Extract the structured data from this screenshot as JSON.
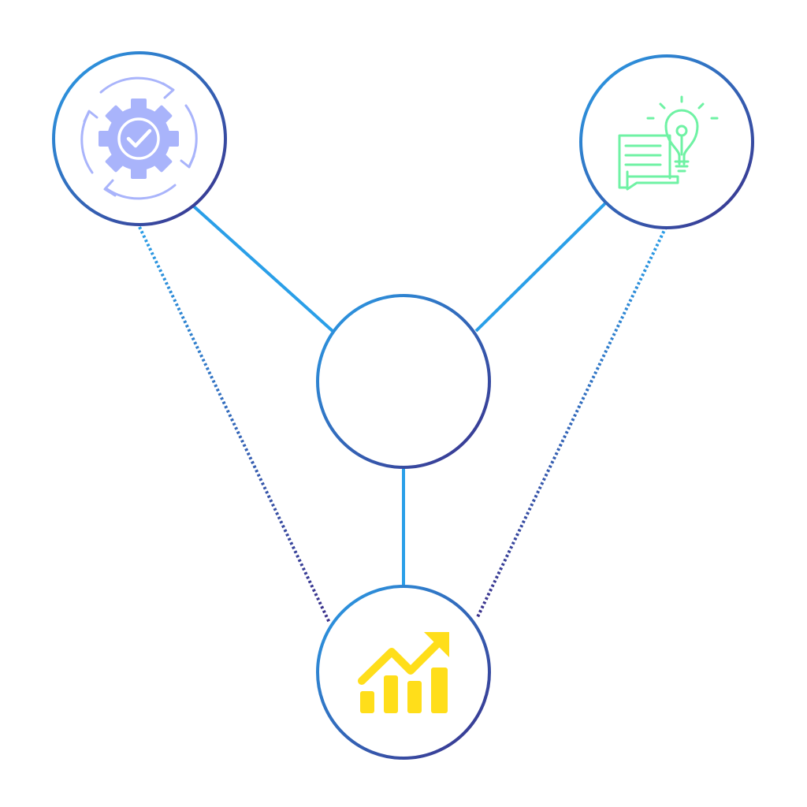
{
  "diagram": {
    "nodes": [
      {
        "id": "process",
        "icon": "gear-cycle-check-icon"
      },
      {
        "id": "ideas",
        "icon": "lightbulb-chat-icon"
      },
      {
        "id": "center",
        "icon": ""
      },
      {
        "id": "growth",
        "icon": "growth-chart-icon"
      }
    ],
    "connections": {
      "solid": [
        [
          "process",
          "center"
        ],
        [
          "ideas",
          "center"
        ],
        [
          "center",
          "growth"
        ]
      ],
      "dotted": [
        [
          "process",
          "ideas"
        ],
        [
          "process",
          "growth"
        ],
        [
          "ideas",
          "growth"
        ]
      ]
    }
  },
  "colors": {
    "background": "#ffffff",
    "ring_start": "#2a9fe8",
    "ring_end": "#3b2f8a",
    "solid_line": "#2a9fe8",
    "gear_icon": "#a9b4fb",
    "idea_icon": "#6ff2a4",
    "growth_icon": "#ffde1a"
  }
}
